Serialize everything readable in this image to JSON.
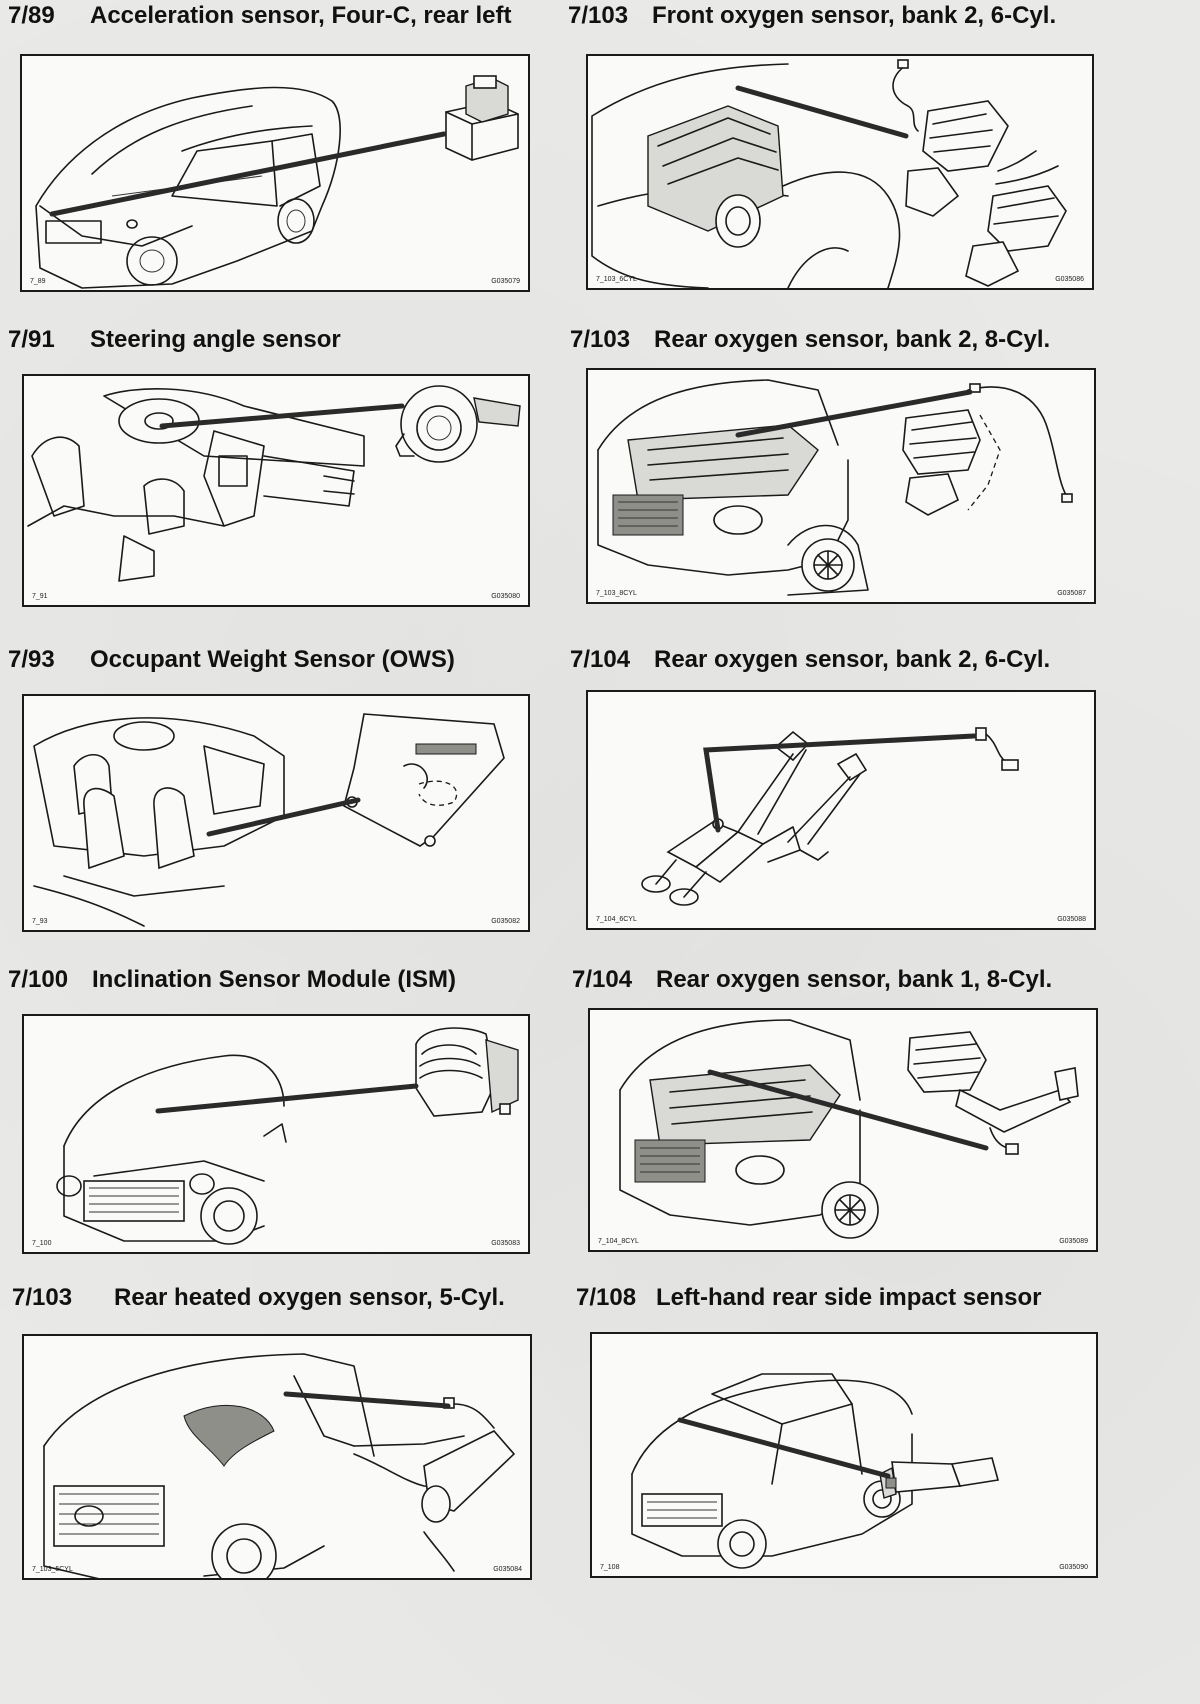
{
  "page": {
    "sections": [
      {
        "code": "7/89",
        "title": "Acceleration sensor, Four-C, rear left",
        "image_id": "7_89",
        "figure_no": "G035079"
      },
      {
        "code": "7/103",
        "title": "Front oxygen sensor, bank 2, 6-Cyl.",
        "image_id": "7_103_6CYL",
        "figure_no": "G035086"
      },
      {
        "code": "7/91",
        "title": "Steering angle sensor",
        "image_id": "7_91",
        "figure_no": "G035080"
      },
      {
        "code": "7/103",
        "title": "Rear oxygen sensor, bank 2, 8-Cyl.",
        "image_id": "7_103_8CYL",
        "figure_no": "G035087"
      },
      {
        "code": "7/93",
        "title": "Occupant Weight Sensor (OWS)",
        "image_id": "7_93",
        "figure_no": "G035082"
      },
      {
        "code": "7/104",
        "title": "Rear oxygen sensor, bank 2, 6-Cyl.",
        "image_id": "7_104_6CYL",
        "figure_no": "G035088"
      },
      {
        "code": "7/100",
        "title": "Inclination Sensor Module (ISM)",
        "image_id": "7_100",
        "figure_no": "G035083"
      },
      {
        "code": "7/104",
        "title": "Rear oxygen sensor, bank 1, 8-Cyl.",
        "image_id": "7_104_8CYL",
        "figure_no": "G035089"
      },
      {
        "code": "7/103",
        "title": "Rear heated oxygen sensor, 5-Cyl.",
        "image_id": "7_103_5CYL",
        "figure_no": "G035084"
      },
      {
        "code": "7/108",
        "title": "Left-hand rear side impact sensor",
        "image_id": "7_108",
        "figure_no": "G035090"
      }
    ]
  }
}
